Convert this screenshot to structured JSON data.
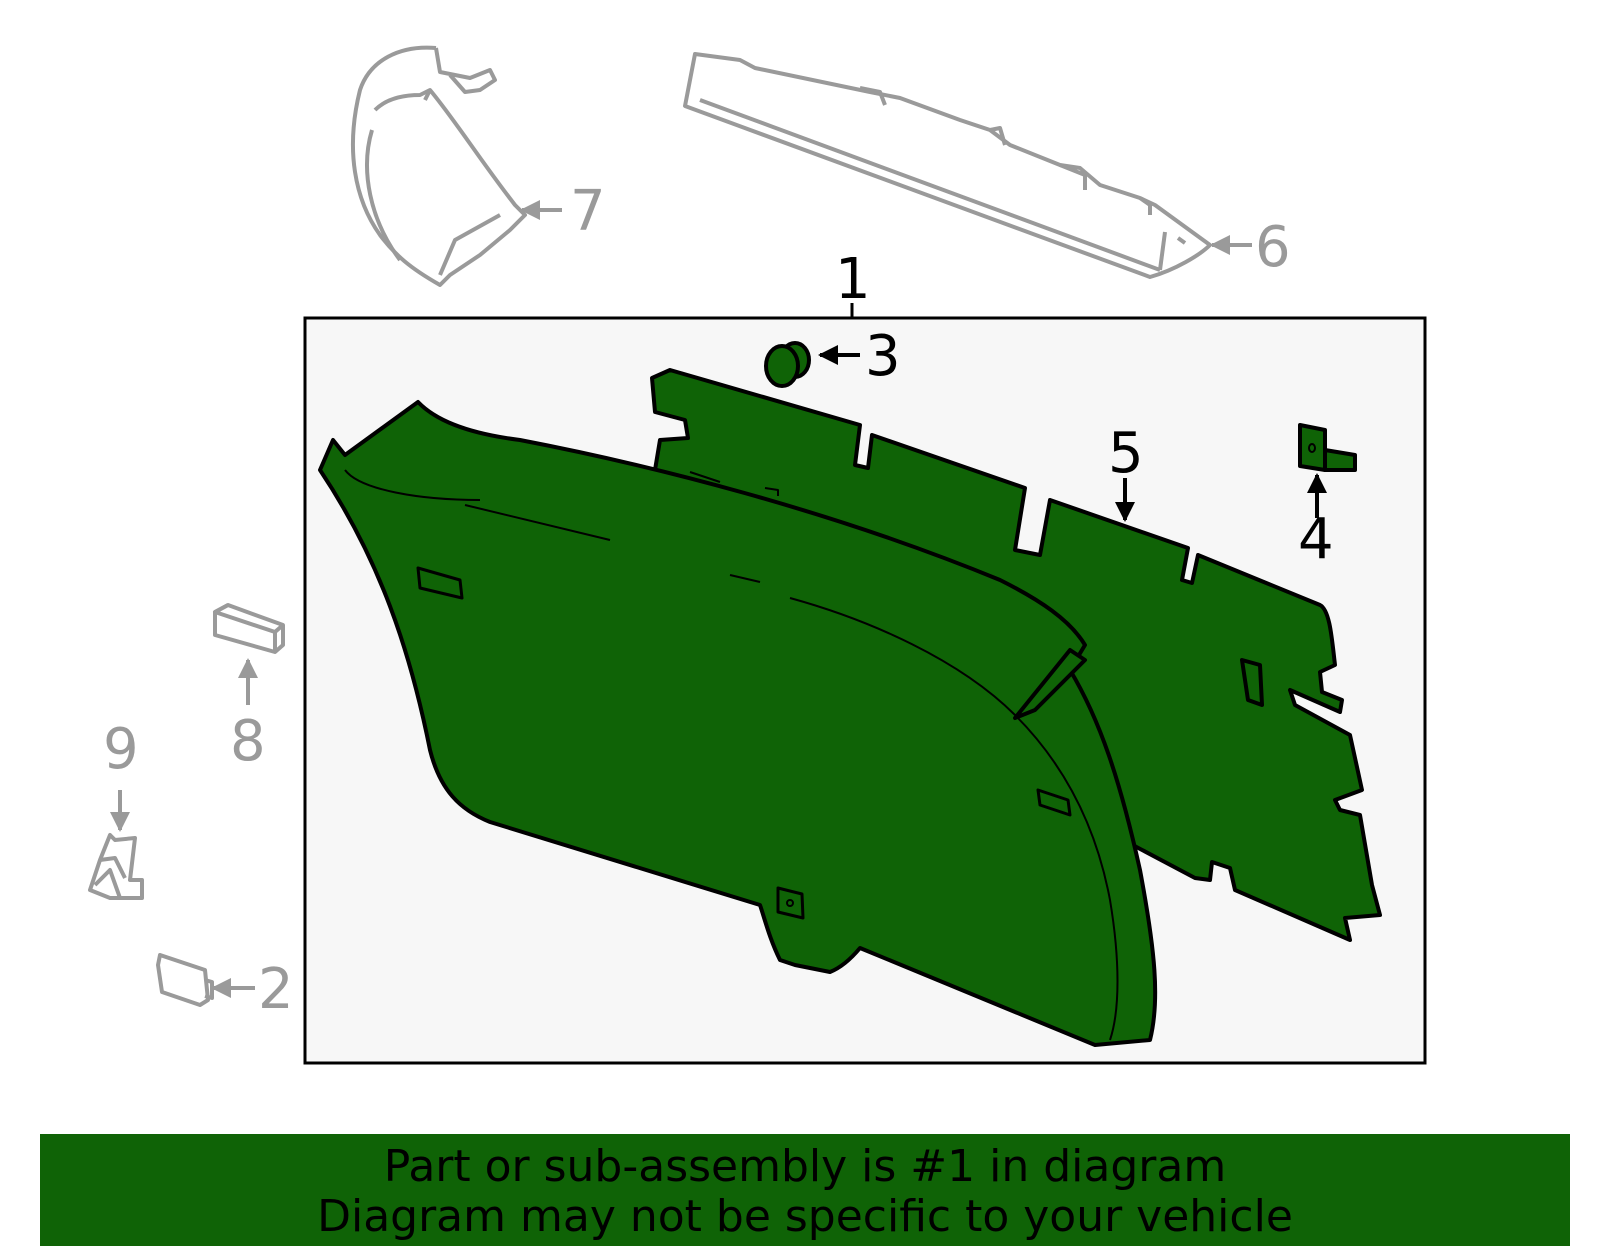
{
  "diagram": {
    "colors": {
      "highlight_fill": "#0f6306",
      "outline": "#000000",
      "reference_parts": "#9a9a9a",
      "assembly_box_bg": "#f7f7f7",
      "banner_bg": "#0f6306"
    },
    "callouts": [
      {
        "number": "1",
        "part": "liftgate-trim-panel-assembly",
        "highlighted": true
      },
      {
        "number": "2",
        "part": "cover-cap",
        "highlighted": false
      },
      {
        "number": "3",
        "part": "push-pin-clip",
        "highlighted": true
      },
      {
        "number": "4",
        "part": "retainer-clip",
        "highlighted": true
      },
      {
        "number": "5",
        "part": "inner-trim-insulator-panel",
        "highlighted": true
      },
      {
        "number": "6",
        "part": "upper-trim-molding",
        "highlighted": false
      },
      {
        "number": "7",
        "part": "side-trim-molding",
        "highlighted": false
      },
      {
        "number": "8",
        "part": "rectangular-clip",
        "highlighted": false
      },
      {
        "number": "9",
        "part": "bracket-clip",
        "highlighted": false
      }
    ]
  },
  "banner": {
    "line1": "Part or sub-assembly is #1 in diagram",
    "line2": "Diagram may not be specific to your vehicle"
  }
}
